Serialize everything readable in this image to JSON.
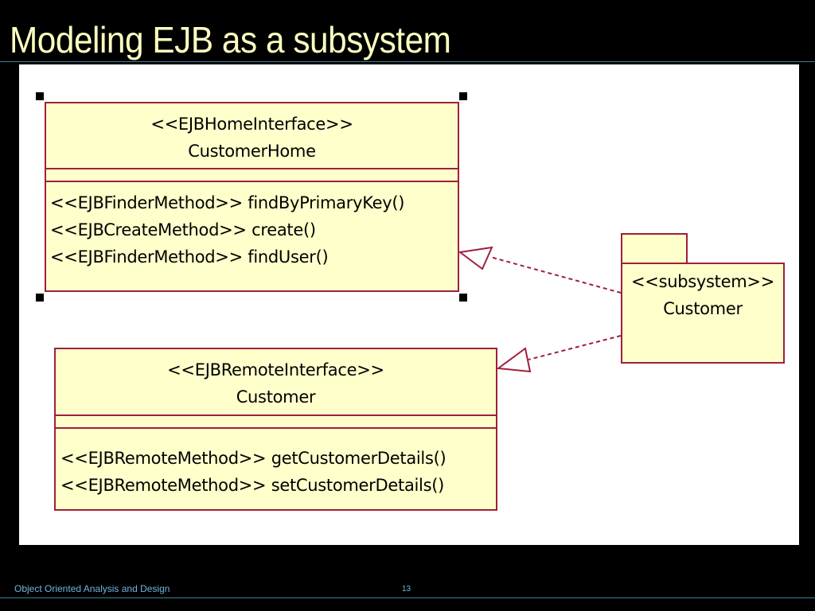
{
  "slide": {
    "title": "Modeling EJB as a subsystem",
    "footer": "Object Oriented Analysis and Design",
    "page_number": "13"
  },
  "diagram": {
    "home_interface": {
      "stereotype": "<<EJBHomeInterface>>",
      "name": "CustomerHome",
      "operations": [
        "<<EJBFinderMethod>> findByPrimaryKey()",
        "<<EJBCreateMethod>> create()",
        "<<EJBFinderMethod>> findUser()"
      ],
      "selected": true
    },
    "remote_interface": {
      "stereotype": "<<EJBRemoteInterface>>",
      "name": "Customer",
      "operations": [
        "<<EJBRemoteMethod>> getCustomerDetails()",
        "<<EJBRemoteMethod>> setCustomerDetails()"
      ]
    },
    "subsystem": {
      "stereotype": "<<subsystem>>",
      "name": "Customer"
    },
    "relationships": [
      {
        "from": "subsystem",
        "to": "home_interface",
        "kind": "realization"
      },
      {
        "from": "subsystem",
        "to": "remote_interface",
        "kind": "realization"
      }
    ]
  },
  "colors": {
    "background": "#000000",
    "title": "#ffffc0",
    "canvas": "#ffffff",
    "uml_fill": "#ffffcc",
    "uml_border": "#a0203a",
    "footer_text": "#6fb6e0",
    "rule": "#3a7f95"
  }
}
